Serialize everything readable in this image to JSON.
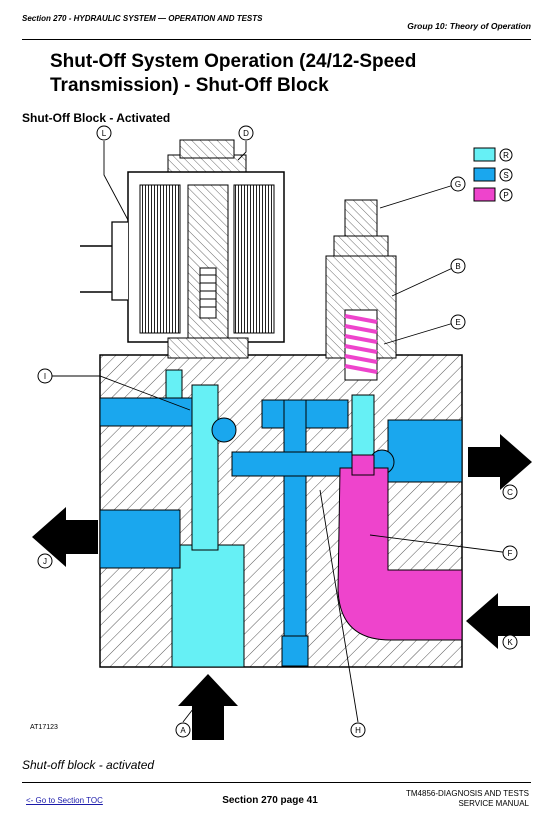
{
  "header": {
    "section": "Section 270 - HYDRAULIC SYSTEM — OPERATION AND TESTS",
    "group": "Group 10: Theory of Operation"
  },
  "title": "Shut-Off System Operation (24/12-Speed Transmission) - Shut-Off Block",
  "subhead": "Shut-Off Block - Activated",
  "figure": {
    "id": "AT17123",
    "legend": [
      {
        "key": "R",
        "color": "#66f0f5"
      },
      {
        "key": "S",
        "color": "#1aa7ee"
      },
      {
        "key": "P",
        "color": "#ee44cc"
      }
    ],
    "callouts": {
      "A": "A",
      "B": "B",
      "C": "C",
      "D": "D",
      "E": "E",
      "F": "F",
      "G": "G",
      "H": "H",
      "I": "I",
      "J": "J",
      "K": "K",
      "L": "L"
    }
  },
  "caption": "Shut-off block - activated",
  "footer": {
    "link": "<- Go to Section TOC",
    "page": "Section 270 page 41",
    "manual_line1": "TM4856-DIAGNOSIS AND TESTS",
    "manual_line2": "SERVICE MANUAL"
  }
}
